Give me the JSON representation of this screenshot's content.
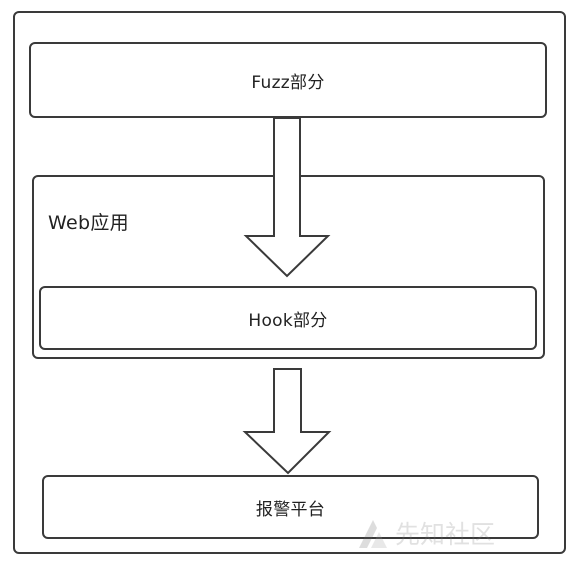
{
  "diagram": {
    "fuzz_label": "Fuzz部分",
    "webapp_label": "Web应用",
    "hook_label": "Hook部分",
    "alarm_label": "报警平台"
  },
  "watermark": {
    "text": "先知社区",
    "logo_icon": "xianzhi-logo-icon"
  },
  "colors": {
    "stroke": "#3a3a3a",
    "background": "#ffffff"
  }
}
